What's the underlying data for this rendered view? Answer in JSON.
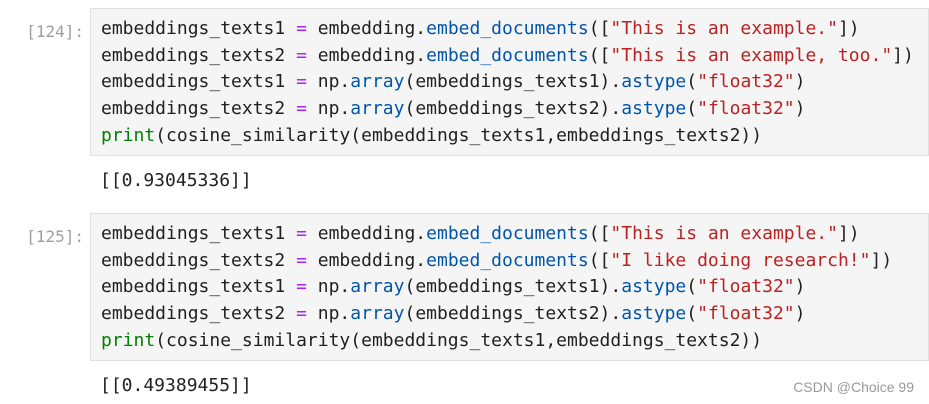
{
  "cells": [
    {
      "prompt": "[124]:",
      "lines": [
        [
          [
            "var",
            "embeddings_texts1 "
          ],
          [
            "op",
            "="
          ],
          [
            "var",
            " embedding."
          ],
          [
            "fn",
            "embed_documents"
          ],
          [
            "br",
            "(["
          ],
          [
            "str",
            "\"This is an example.\""
          ],
          [
            "br",
            "])"
          ]
        ],
        [
          [
            "var",
            "embeddings_texts2 "
          ],
          [
            "op",
            "="
          ],
          [
            "var",
            " embedding."
          ],
          [
            "fn",
            "embed_documents"
          ],
          [
            "br",
            "(["
          ],
          [
            "str",
            "\"This is an example, too.\""
          ],
          [
            "br",
            "])"
          ]
        ],
        [
          [
            "var",
            "embeddings_texts1 "
          ],
          [
            "op",
            "="
          ],
          [
            "var",
            " np."
          ],
          [
            "fn",
            "array"
          ],
          [
            "br",
            "("
          ],
          [
            "var",
            "embeddings_texts1"
          ],
          [
            "br",
            ")."
          ],
          [
            "fn",
            "astype"
          ],
          [
            "br",
            "("
          ],
          [
            "str",
            "\"float32\""
          ],
          [
            "br",
            ")"
          ]
        ],
        [
          [
            "var",
            "embeddings_texts2 "
          ],
          [
            "op",
            "="
          ],
          [
            "var",
            " np."
          ],
          [
            "fn",
            "array"
          ],
          [
            "br",
            "("
          ],
          [
            "var",
            "embeddings_texts2"
          ],
          [
            "br",
            ")."
          ],
          [
            "fn",
            "astype"
          ],
          [
            "br",
            "("
          ],
          [
            "str",
            "\"float32\""
          ],
          [
            "br",
            ")"
          ]
        ],
        [
          [
            "builtin",
            "print"
          ],
          [
            "br",
            "("
          ],
          [
            "var",
            "cosine_similarity"
          ],
          [
            "br",
            "("
          ],
          [
            "var",
            "embeddings_texts1,embeddings_texts2"
          ],
          [
            "br",
            "))"
          ]
        ]
      ],
      "output": "[[0.93045336]]"
    },
    {
      "prompt": "[125]:",
      "lines": [
        [
          [
            "var",
            "embeddings_texts1 "
          ],
          [
            "op",
            "="
          ],
          [
            "var",
            " embedding."
          ],
          [
            "fn",
            "embed_documents"
          ],
          [
            "br",
            "(["
          ],
          [
            "str",
            "\"This is an example.\""
          ],
          [
            "br",
            "])"
          ]
        ],
        [
          [
            "var",
            "embeddings_texts2 "
          ],
          [
            "op",
            "="
          ],
          [
            "var",
            " embedding."
          ],
          [
            "fn",
            "embed_documents"
          ],
          [
            "br",
            "(["
          ],
          [
            "str",
            "\"I like doing research!\""
          ],
          [
            "br",
            "])"
          ]
        ],
        [
          [
            "var",
            "embeddings_texts1 "
          ],
          [
            "op",
            "="
          ],
          [
            "var",
            " np."
          ],
          [
            "fn",
            "array"
          ],
          [
            "br",
            "("
          ],
          [
            "var",
            "embeddings_texts1"
          ],
          [
            "br",
            ")."
          ],
          [
            "fn",
            "astype"
          ],
          [
            "br",
            "("
          ],
          [
            "str",
            "\"float32\""
          ],
          [
            "br",
            ")"
          ]
        ],
        [
          [
            "var",
            "embeddings_texts2 "
          ],
          [
            "op",
            "="
          ],
          [
            "var",
            " np."
          ],
          [
            "fn",
            "array"
          ],
          [
            "br",
            "("
          ],
          [
            "var",
            "embeddings_texts2"
          ],
          [
            "br",
            ")."
          ],
          [
            "fn",
            "astype"
          ],
          [
            "br",
            "("
          ],
          [
            "str",
            "\"float32\""
          ],
          [
            "br",
            ")"
          ]
        ],
        [
          [
            "builtin",
            "print"
          ],
          [
            "br",
            "("
          ],
          [
            "var",
            "cosine_similarity"
          ],
          [
            "br",
            "("
          ],
          [
            "var",
            "embeddings_texts1,embeddings_texts2"
          ],
          [
            "br",
            "))"
          ]
        ]
      ],
      "output": "[[0.49389455]]"
    }
  ],
  "watermark": "CSDN @Choice 99"
}
